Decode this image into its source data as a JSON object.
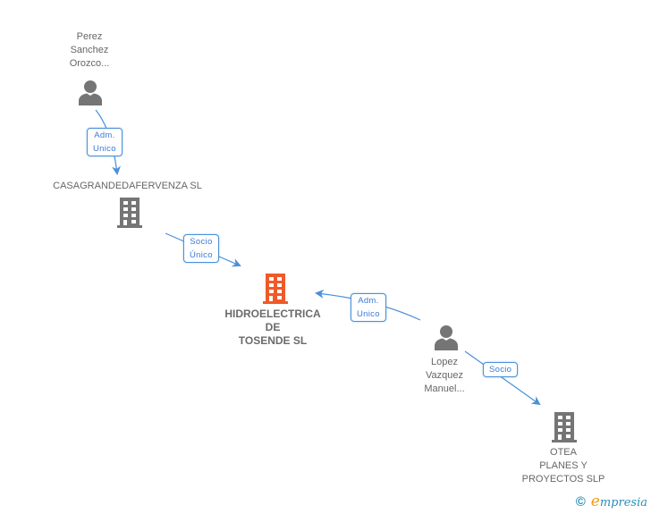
{
  "diagram": {
    "nodes": [
      {
        "id": "perez",
        "type": "person",
        "label_lines": [
          "Perez",
          "Sanchez",
          "Orozco..."
        ],
        "highlight": false
      },
      {
        "id": "casagrande",
        "type": "company",
        "label_lines": [
          "CASAGRANDEDAFERVENZA SL"
        ],
        "highlight": false
      },
      {
        "id": "hidroelectrica",
        "type": "company",
        "label_lines": [
          "HIDROELECTRICA",
          "DE",
          "TOSENDE SL"
        ],
        "highlight": true
      },
      {
        "id": "lopez",
        "type": "person",
        "label_lines": [
          "Lopez",
          "Vazquez",
          "Manuel..."
        ],
        "highlight": false
      },
      {
        "id": "otea",
        "type": "company",
        "label_lines": [
          "OTEA",
          "PLANES Y",
          "PROYECTOS SLP"
        ],
        "highlight": false
      }
    ],
    "edges": [
      {
        "from": "perez",
        "to": "casagrande",
        "label_lines": [
          "Adm.",
          "Unico"
        ]
      },
      {
        "from": "casagrande",
        "to": "hidroelectrica",
        "label_lines": [
          "Socio",
          "Único"
        ]
      },
      {
        "from": "lopez",
        "to": "hidroelectrica",
        "label_lines": [
          "Adm.",
          "Unico"
        ]
      },
      {
        "from": "lopez",
        "to": "otea",
        "label_lines": [
          "Socio"
        ]
      }
    ]
  },
  "colors": {
    "edge": "#4a90d9",
    "icon_default": "#757575",
    "icon_highlight": "#f05a28",
    "label_text": "#666666"
  },
  "footer": {
    "copyright_symbol": "©",
    "brand_first_letter": "e",
    "brand_rest": "mpresia"
  }
}
